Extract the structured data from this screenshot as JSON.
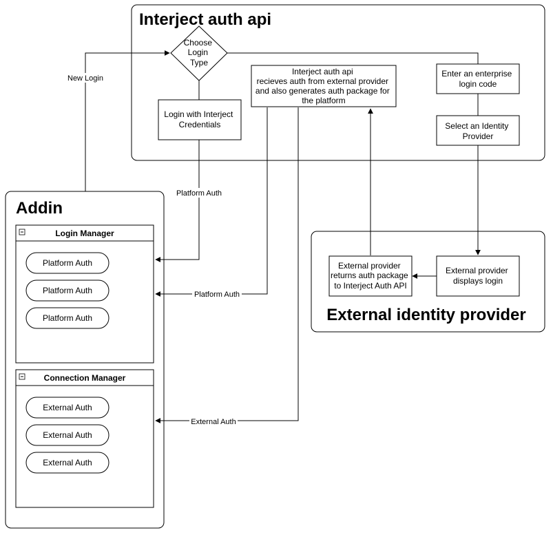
{
  "groups": {
    "auth_api": "Interject auth api",
    "addin": "Addin",
    "external": "External identity provider"
  },
  "nodes": {
    "choose": [
      "Choose",
      "Login",
      "Type"
    ],
    "login_interject": [
      "Login with Interject",
      "Credentials"
    ],
    "api_desc": [
      "Interject auth api",
      "recieves auth from external provider",
      "and also generates auth package for",
      "the platform"
    ],
    "enterprise": [
      "Enter an enterprise",
      "login code"
    ],
    "select_idp": [
      "Select an Identity",
      "Provider"
    ],
    "ext_displays": [
      "External provider",
      "displays login"
    ],
    "ext_returns": [
      "External provider",
      "returns auth package",
      "to Interject Auth API"
    ]
  },
  "pools": {
    "login_manager": {
      "title": "Login Manager",
      "items": [
        "Platform Auth",
        "Platform Auth",
        "Platform Auth"
      ]
    },
    "connection_manager": {
      "title": "Connection Manager",
      "items": [
        "External Auth",
        "External Auth",
        "External Auth"
      ]
    }
  },
  "edge_labels": {
    "new_login": "New Login",
    "platform_auth_1": "Platform Auth",
    "platform_auth_2": "Platform Auth",
    "external_auth": "External Auth"
  }
}
